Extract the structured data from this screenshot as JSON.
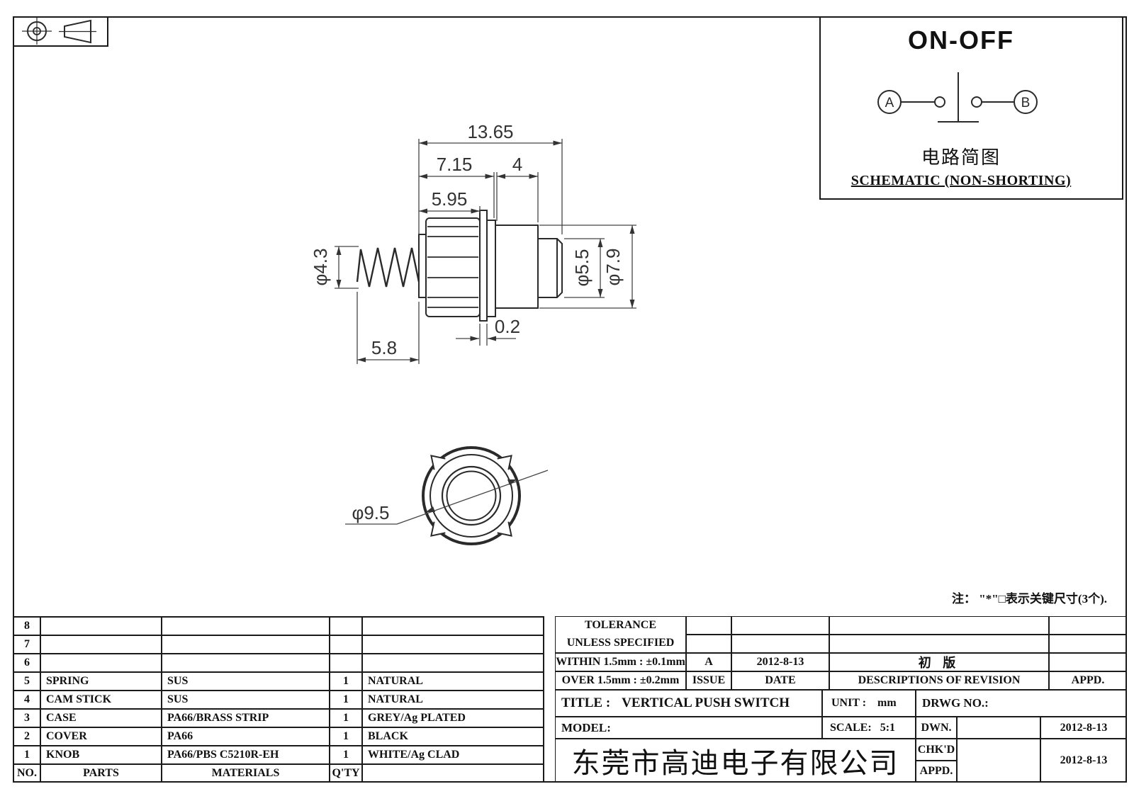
{
  "schematic": {
    "function_label": "ON-OFF",
    "terminal_a": "A",
    "terminal_b": "B",
    "caption_cn": "电路简图",
    "caption_en": "SCHEMATIC (NON-SHORTING)"
  },
  "note": {
    "text": "注： \"*\"□表示关键尺寸(3个)."
  },
  "dimensions": {
    "overall_length": "13.65",
    "front_length": "7.15",
    "body_length": "4",
    "knob_length": "5.95",
    "spring_diameter": "φ4.3",
    "spring_length": "5.8",
    "flange_thickness": "0.2",
    "plunger_diameter": "φ5.5",
    "body_diameter": "φ7.9",
    "knob_diameter": "φ9.5"
  },
  "parts_table": {
    "headers": {
      "no": "NO.",
      "parts": "PARTS",
      "materials": "MATERIALS",
      "qty": "Q'TY",
      "finish": ""
    },
    "rows": [
      {
        "no": "8",
        "part": "",
        "material": "",
        "qty": "",
        "finish": ""
      },
      {
        "no": "7",
        "part": "",
        "material": "",
        "qty": "",
        "finish": ""
      },
      {
        "no": "6",
        "part": "",
        "material": "",
        "qty": "",
        "finish": ""
      },
      {
        "no": "5",
        "part": "SPRING",
        "material": "SUS",
        "qty": "1",
        "finish": "NATURAL"
      },
      {
        "no": "4",
        "part": "CAM STICK",
        "material": "SUS",
        "qty": "1",
        "finish": "NATURAL"
      },
      {
        "no": "3",
        "part": "CASE",
        "material": "PA66/BRASS STRIP",
        "qty": "1",
        "finish": "GREY/Ag PLATED"
      },
      {
        "no": "2",
        "part": "COVER",
        "material": "PA66",
        "qty": "1",
        "finish": "BLACK"
      },
      {
        "no": "1",
        "part": "KNOB",
        "material": "PA66/PBS C5210R-EH",
        "qty": "1",
        "finish": "WHITE/Ag CLAD"
      }
    ]
  },
  "revision": {
    "tolerance_title": "TOLERANCE",
    "tolerance_subtitle": "UNLESS  SPECIFIED",
    "within_rule": "WITHIN 1.5mm : ±0.1mm",
    "over_rule": "OVER 1.5mm : ±0.2mm",
    "issue_value": "A",
    "date_value": "2012-8-13",
    "description_value": "初  版",
    "issue_label": "ISSUE",
    "date_label": "DATE",
    "description_label": "DESCRIPTIONS OF REVISION",
    "appd_label": "APPD."
  },
  "title_block": {
    "title_label": "TITLE :",
    "title_value": "VERTICAL PUSH SWITCH",
    "unit_label": "UNIT :",
    "unit_value": "mm",
    "drwg_label": "DRWG NO.:",
    "model_label": "MODEL:",
    "scale_label": "SCALE:",
    "scale_value": "5:1",
    "dwn_label": "DWN.",
    "chkd_label": "CHK'D",
    "appd_label": "APPD.",
    "dwn_date": "2012-8-13",
    "chkd_date": "2012-8-13",
    "company_name": "东莞市高迪电子有限公司"
  }
}
